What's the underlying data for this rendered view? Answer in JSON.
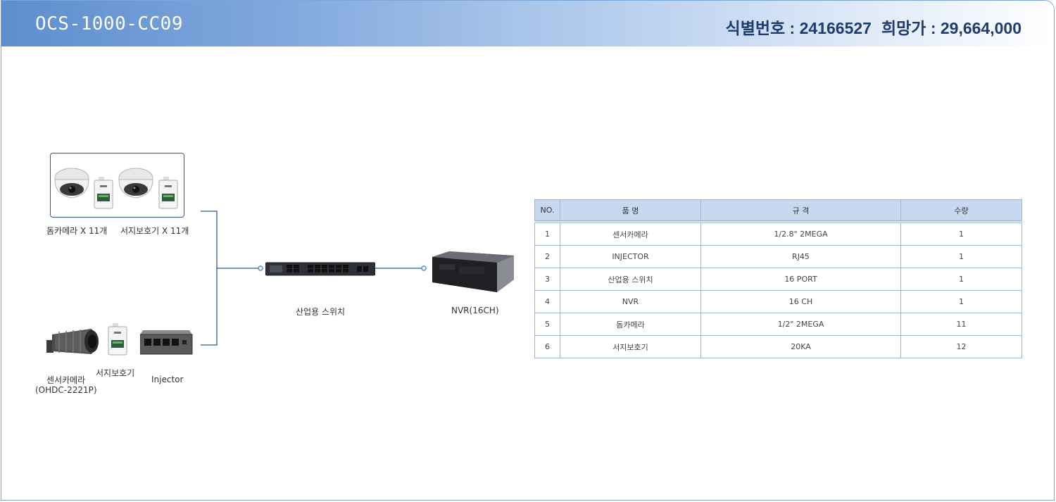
{
  "header": {
    "model": "OCS-1000-CC09",
    "id_label": "식별번호 : 24166527",
    "price_label": "희망가 : 29,664,000"
  },
  "diagram": {
    "dome_label": "돔카메라 X 11개",
    "surge_label": "서지보호기 X 11개",
    "switch_label": "산업용 스위치",
    "nvr_label": "NVR(16CH)",
    "sensor_label_1": "센서카메라",
    "sensor_label_2": "(OHDC-2221P)",
    "surge2_label": "서지보호기",
    "injector_label": "Injector"
  },
  "table": {
    "headers": [
      "NO.",
      "품 명",
      "규 격",
      "수량"
    ],
    "rows": [
      [
        "1",
        "센서카메라",
        "1/2.8\" 2MEGA",
        "1"
      ],
      [
        "2",
        "INJECTOR",
        "RJ45",
        "1"
      ],
      [
        "3",
        "산업용 스위치",
        "16 PORT",
        "1"
      ],
      [
        "4",
        "NVR",
        "16 CH",
        "1"
      ],
      [
        "5",
        "돔카메라",
        "1/2\" 2MEGA",
        "11"
      ],
      [
        "6",
        "서지보호기",
        "20KA",
        "12"
      ]
    ]
  },
  "colors": {
    "accent": "#5d8ece",
    "wire": "#2f5b8f",
    "header_text": "#1e3c6e"
  }
}
